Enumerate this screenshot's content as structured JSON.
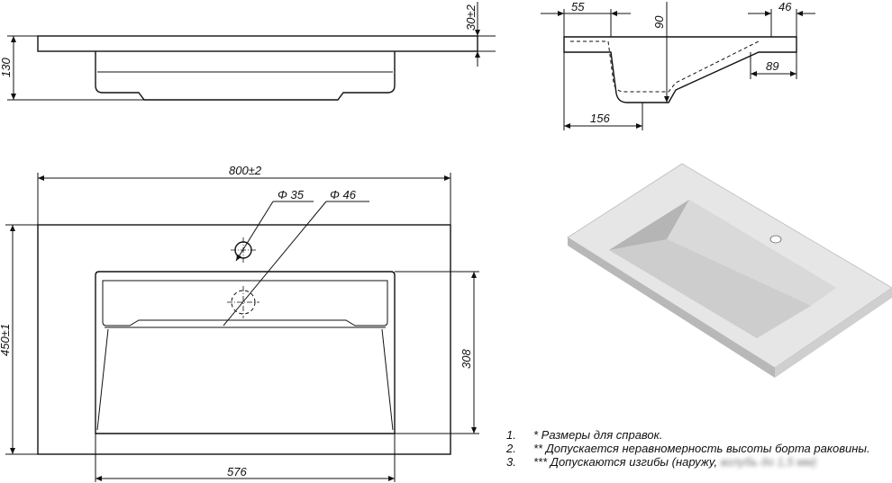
{
  "dimensions": {
    "front_height": "130",
    "rim_thickness": "30±2",
    "overall_width": "800±2",
    "overall_depth": "450±1",
    "hole_small": "Φ 35",
    "hole_large": "Φ 46",
    "bowl_depth": "308",
    "bowl_width": "576",
    "section_rim": "55",
    "section_depth": "90",
    "section_edge": "46",
    "section_slope": "89",
    "section_bottom": "156"
  },
  "notes": [
    {
      "num": "1.",
      "text": "*  Размеры для справок."
    },
    {
      "num": "2.",
      "text": "** Допускается неравномерность высоты борта раковины."
    },
    {
      "num": "3.",
      "text": "*** Допускаются изгибы (наружу,",
      "blurred": "вглубь до 1,5 мм)"
    }
  ],
  "colors": {
    "line": "#111111",
    "render_top": "#e6e6e6",
    "render_side": "#b8b8b8",
    "render_bowl": "#c9c9c9"
  }
}
